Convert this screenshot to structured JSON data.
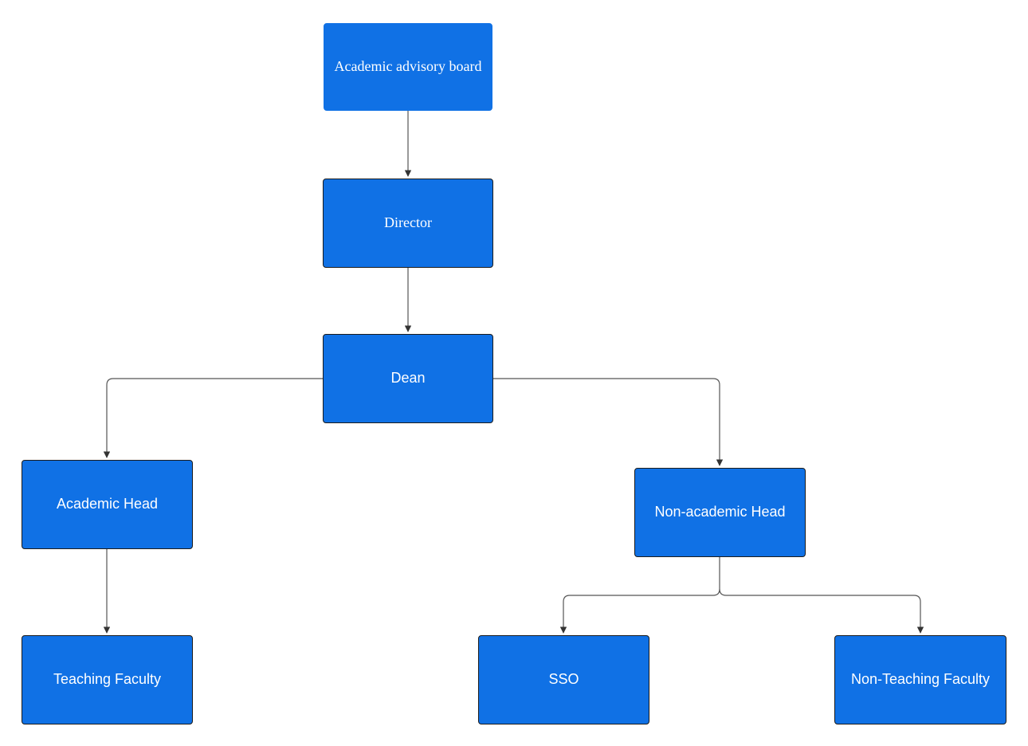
{
  "colors": {
    "node_fill": "#1071e5",
    "node_border": "#1b1b1b",
    "node_text": "#ffffff",
    "connector": "#555555"
  },
  "nodes": {
    "advisory_board": "Academic advisory board",
    "director": "Director",
    "dean": "Dean",
    "academic_head": "Academic Head",
    "non_academic_head": "Non-academic Head",
    "teaching_faculty": "Teaching Faculty",
    "sso": "SSO",
    "non_teaching_faculty": "Non-Teaching Faculty"
  }
}
